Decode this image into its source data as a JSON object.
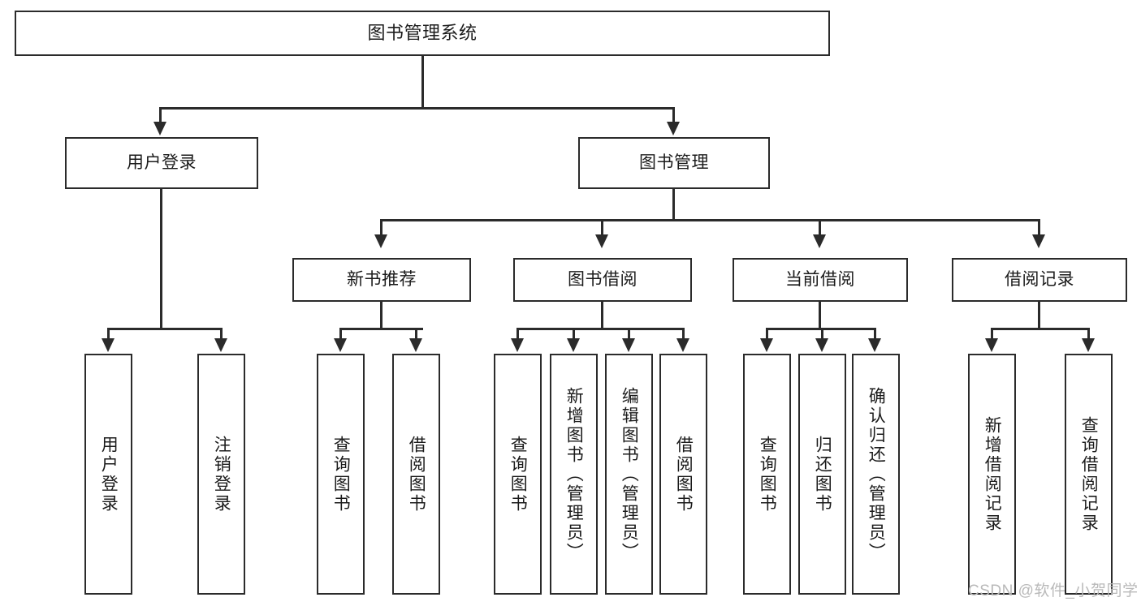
{
  "diagram": {
    "title": "图书管理系统",
    "type": "tree-hierarchy-chart",
    "levels": {
      "root": {
        "label": "图书管理系统"
      },
      "level2": [
        {
          "label": "用户登录"
        },
        {
          "label": "图书管理"
        }
      ],
      "level3": [
        {
          "label": "新书推荐"
        },
        {
          "label": "图书借阅"
        },
        {
          "label": "当前借阅"
        },
        {
          "label": "借阅记录"
        }
      ],
      "leaves": {
        "user_login": [
          {
            "label": "用户登录"
          },
          {
            "label": "注销登录"
          }
        ],
        "new_book_recommend": [
          {
            "label": "查询图书"
          },
          {
            "label": "借阅图书"
          }
        ],
        "book_borrow": [
          {
            "label": "查询图书"
          },
          {
            "label": "新增图书（管理员）"
          },
          {
            "label": "编辑图书（管理员）"
          },
          {
            "label": "借阅图书"
          }
        ],
        "current_borrow": [
          {
            "label": "查询图书"
          },
          {
            "label": "归还图书"
          },
          {
            "label": "确认归还（管理员）"
          }
        ],
        "borrow_records": [
          {
            "label": "新增借阅记录"
          },
          {
            "label": "查询借阅记录"
          }
        ]
      }
    }
  },
  "watermark": {
    "text": "CSDN @软件_小贺同学"
  },
  "colors": {
    "stroke": "#2b2b2b",
    "text": "#1b1b1b",
    "background": "#ffffff",
    "watermark": "#b9b9b9"
  }
}
